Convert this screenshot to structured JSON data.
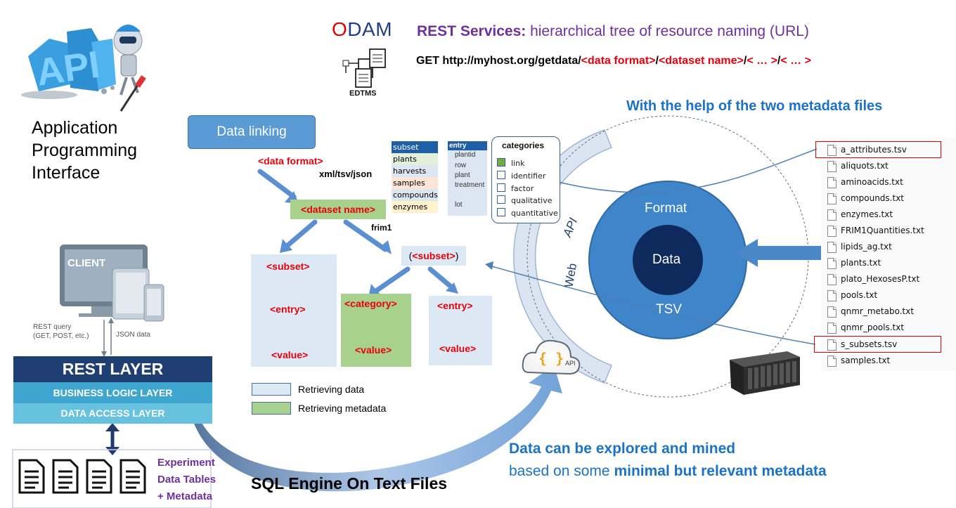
{
  "header": {
    "odam": {
      "o": "O",
      "d": "D",
      "a": "A",
      "m": "M"
    },
    "edtms": "EDTMS",
    "rest_title": "REST Services:",
    "rest_desc": " hierarchical tree of resource naming (URL)",
    "get_prefix": "GET http://myhost.org/getdata/",
    "get_format": "<data format>",
    "slash1": "/",
    "get_dataset": "<dataset name>",
    "slash2": "/",
    "get_dots1": "< … >",
    "slash3": "/",
    "get_dots2": "< … >"
  },
  "api_block": {
    "line1": "Application",
    "line2": "Programming",
    "line3": "Interface"
  },
  "architecture": {
    "client": "CLIENT",
    "rest_query": "REST query",
    "rest_query2": "(GET, POST, etc.)",
    "json_data": "JSON data",
    "rest_layer": "REST LAYER",
    "business_layer": "BUSINESS LOGIC LAYER",
    "data_access_layer": "DATA ACCESS LAYER",
    "experiment": "Experiment",
    "data_tables": "Data Tables",
    "metadata": "+ Metadata"
  },
  "tree": {
    "data_linking": "Data linking",
    "data_format": "<data format>",
    "xml_tsv_json": "xml/tsv/json",
    "dataset_name": "<dataset name>",
    "frim1": "frim1",
    "subset_paren_open": "(",
    "subset_paren": "<subset>",
    "subset_paren_close": ")",
    "left_subset": "<subset>",
    "left_entry": "<entry>",
    "left_value": "<value>",
    "mid_category": "<category>",
    "mid_value": "<value>",
    "right_entry": "<entry>",
    "right_value": "<value>",
    "legend_retrieving_data": "Retrieving data",
    "legend_retrieving_metadata": "Retrieving metadata"
  },
  "subset_table": [
    "subset",
    "plants",
    "harvests",
    "samples",
    "compounds",
    "enzymes"
  ],
  "entry_table": [
    "entry",
    "plantid",
    "row",
    "plant",
    "treatment",
    "",
    "lot"
  ],
  "categories": {
    "title": "categories",
    "items": [
      "link",
      "identifier",
      "factor",
      "qualitative",
      "quantitative"
    ]
  },
  "circle": {
    "api": "API",
    "web": "Web",
    "format": "Format",
    "data": "Data",
    "tsv": "TSV",
    "api_cloud": "API",
    "braces": "{ }"
  },
  "metadata_help": "With the help of the two metadata files",
  "files": [
    "a_attributes.tsv",
    "aliquots.txt",
    "aminoacids.txt",
    "compounds.txt",
    "enzymes.txt",
    "FRIM1Quantities.txt",
    "lipids_ag.txt",
    "plants.txt",
    "plato_HexosesP.txt",
    "pools.txt",
    "qnmr_metabo.txt",
    "qnmr_pools.txt",
    "s_subsets.tsv",
    "samples.txt"
  ],
  "bottom": {
    "sql_engine": "SQL Engine On Text Files",
    "explored": "Data can be explored and mined",
    "based_on": "based on some ",
    "minimal": "minimal but relevant metadata"
  },
  "colors": {
    "blue_dark": "#1f4e8c",
    "blue_mid": "#3d7cc9",
    "light_box": "#dce8f4",
    "green_box": "#a9d18e",
    "red_text": "#e8000b",
    "purple": "#7030a0",
    "accent_blue": "#1a73c9"
  }
}
